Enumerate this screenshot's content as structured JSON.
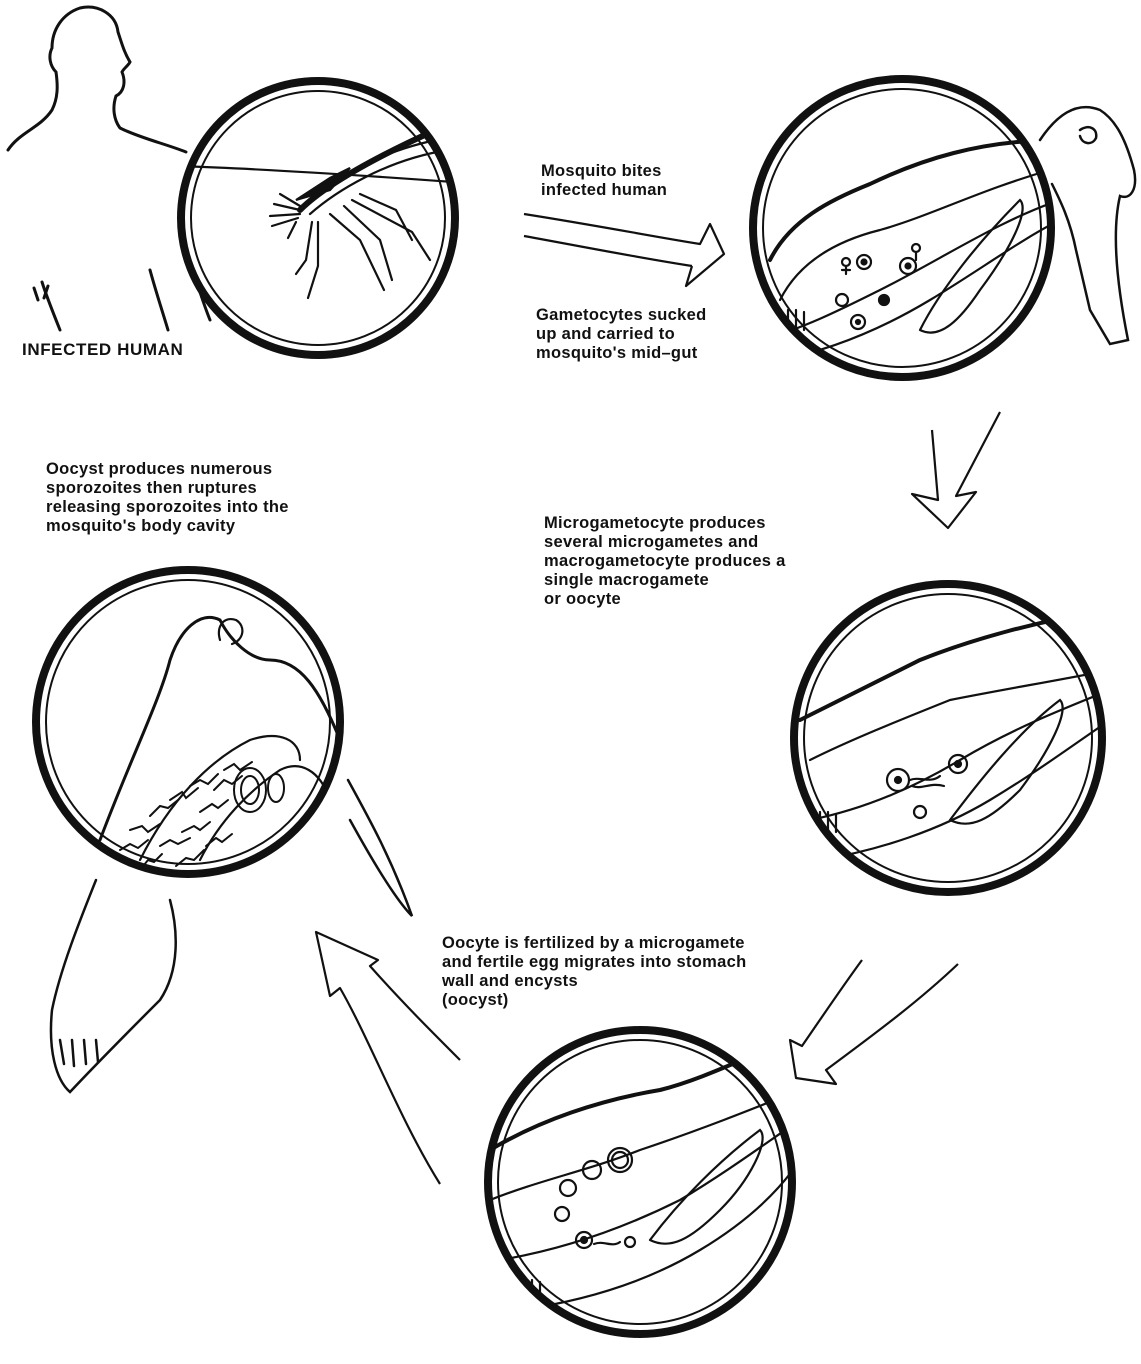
{
  "human_label": "INFECTED HUMAN",
  "steps": [
    {
      "lines": [
        "Mosquito bites",
        "infected human"
      ]
    },
    {
      "lines": [
        "Gametocytes sucked",
        "up and carried to",
        "mosquito's mid–gut"
      ]
    },
    {
      "lines": [
        "Microgametocyte produces",
        "several microgametes and",
        "macrogametocyte produces a",
        "single macrogamete",
        "or oocyte"
      ]
    },
    {
      "lines": [
        "Oocyte is fertilized by a microgamete",
        "and fertile egg migrates into stomach",
        "wall and encysts",
        "(oocyst)"
      ]
    },
    {
      "lines": [
        "Oocyst produces numerous",
        "sporozoites then ruptures",
        "releasing sporozoites into the",
        "mosquito's body cavity"
      ]
    }
  ],
  "colors": {
    "ink": "#111111",
    "background": "#ffffff"
  }
}
